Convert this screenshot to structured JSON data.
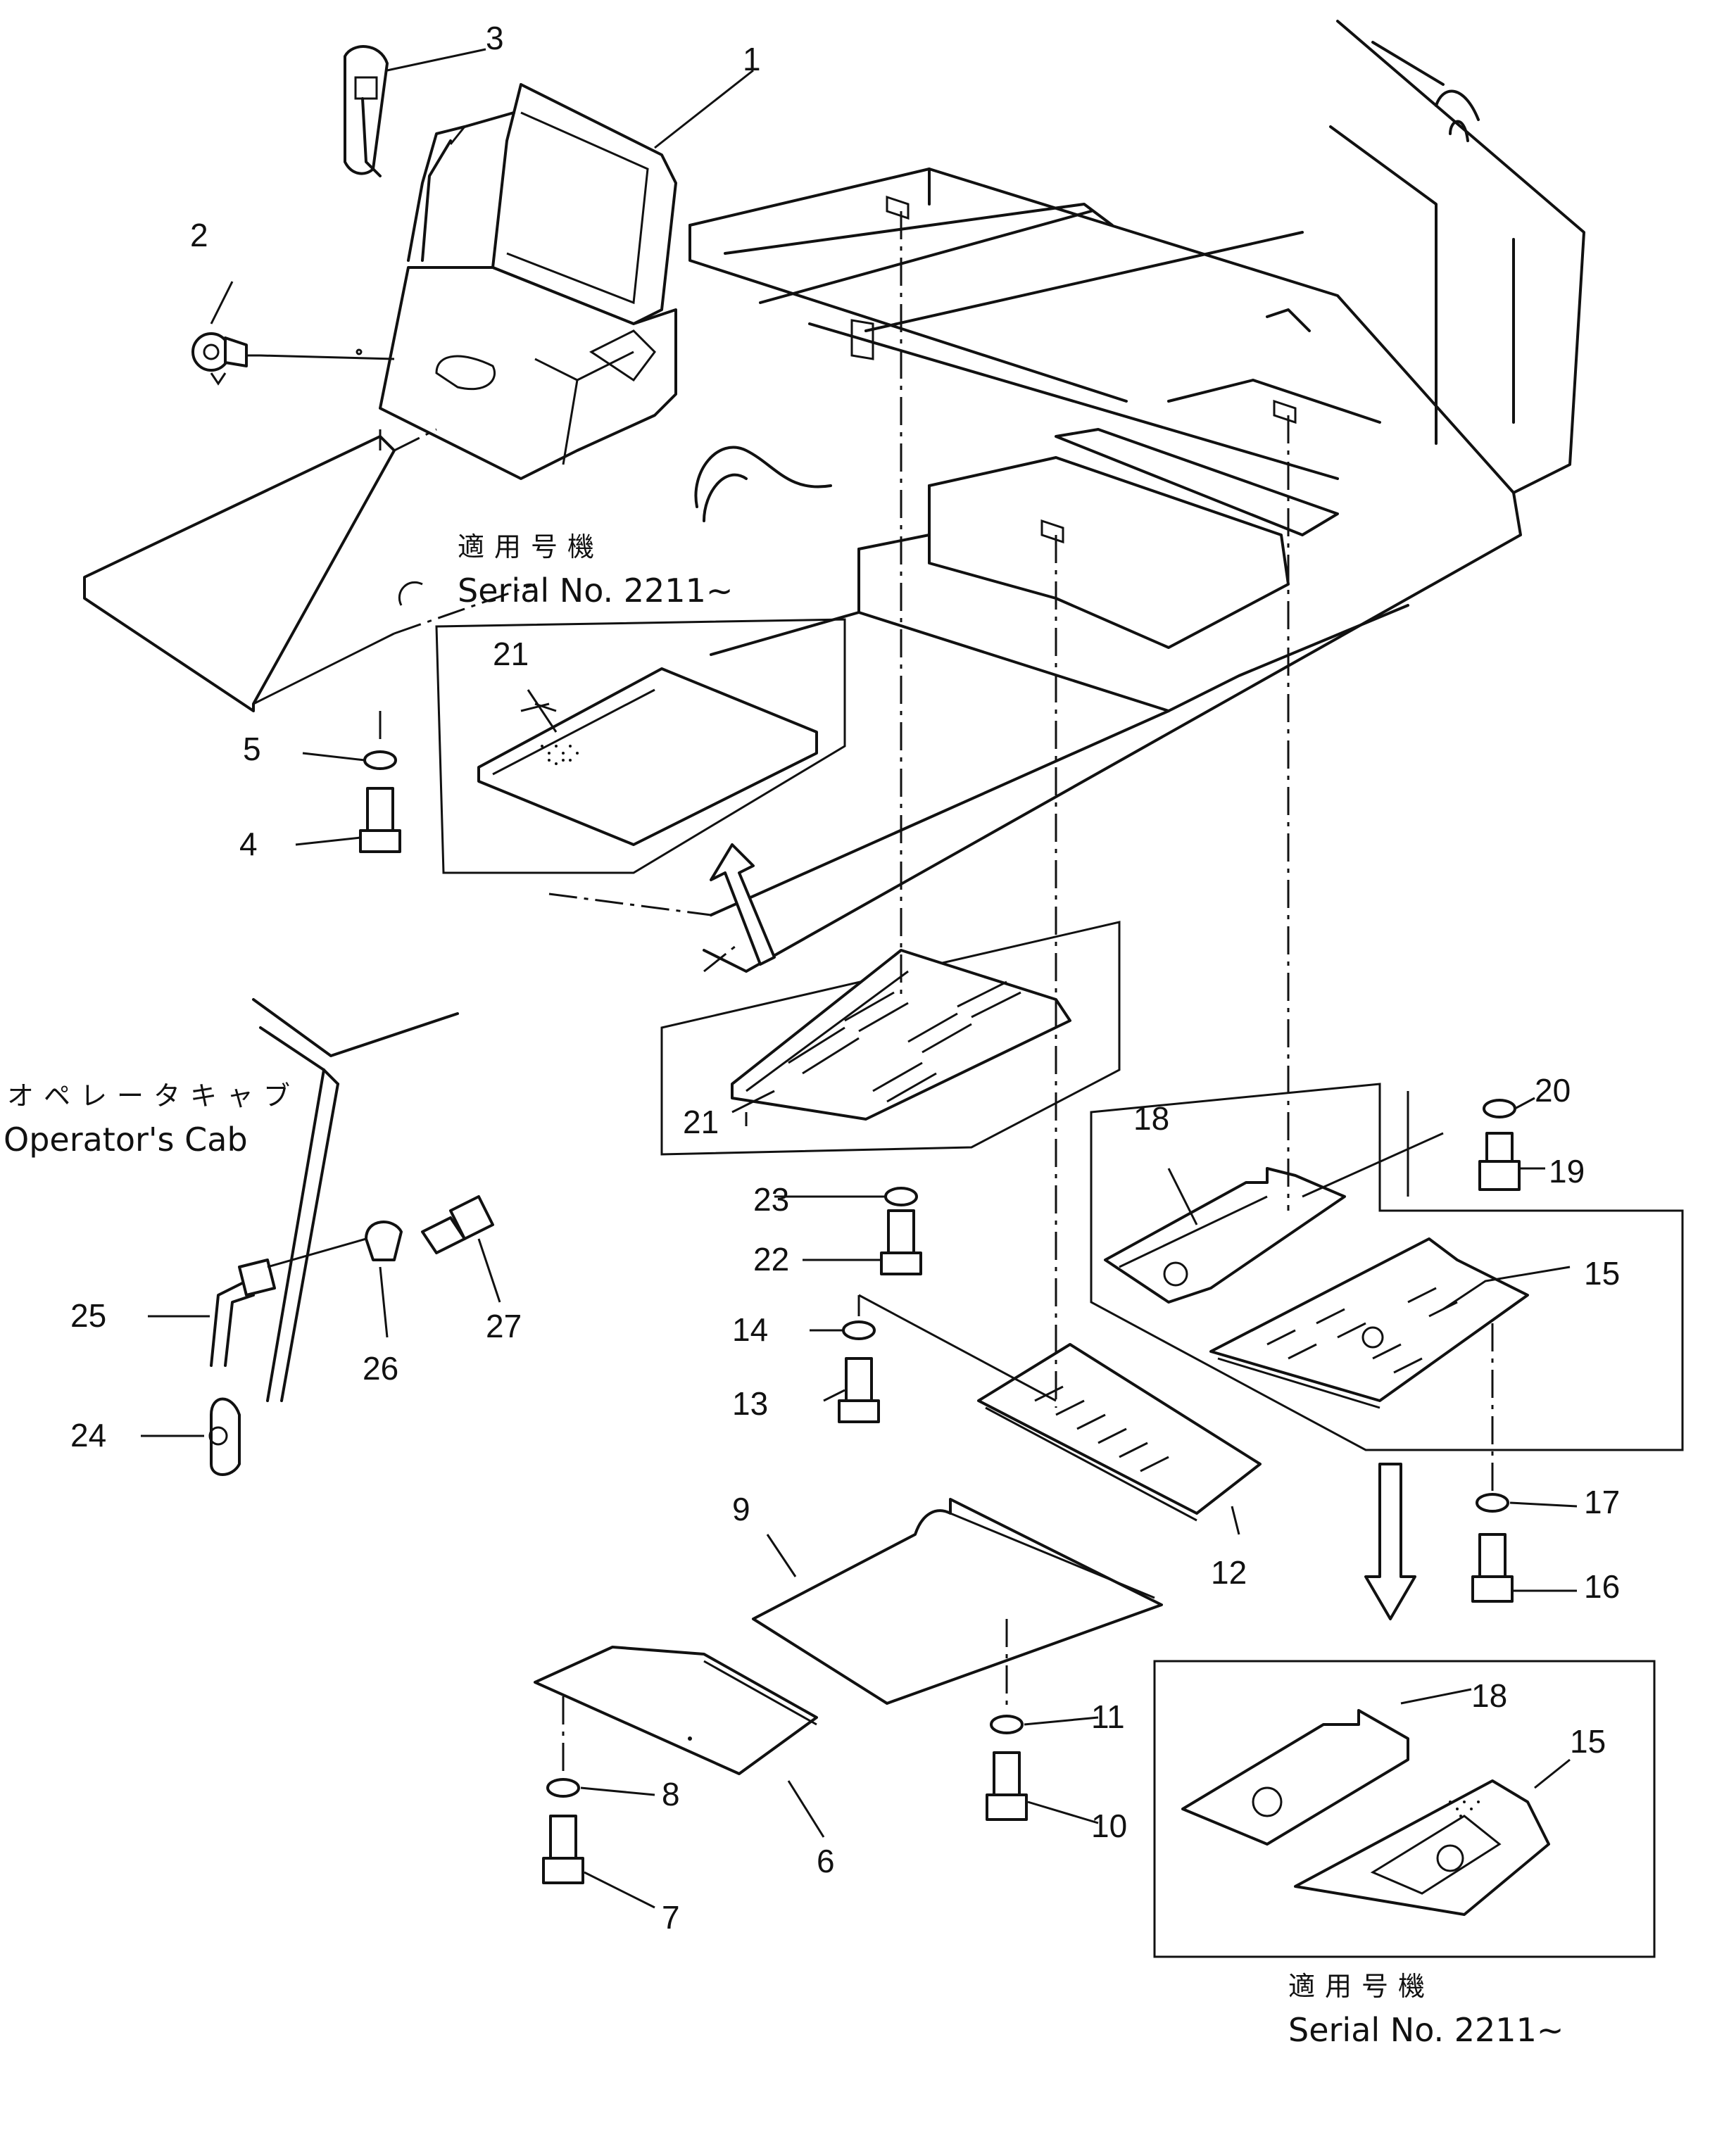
{
  "callouts": {
    "c1": "1",
    "c2": "2",
    "c3": "3",
    "c4": "4",
    "c5": "5",
    "c6": "6",
    "c7": "7",
    "c8": "8",
    "c9": "9",
    "c10": "10",
    "c11": "11",
    "c12": "12",
    "c13": "13",
    "c14": "14",
    "c15a": "15",
    "c15b": "15",
    "c16": "16",
    "c17": "17",
    "c18a": "18",
    "c18b": "18",
    "c19": "19",
    "c20": "20",
    "c21a": "21",
    "c21b": "21",
    "c22": "22",
    "c23": "23",
    "c24": "24",
    "c25": "25",
    "c26": "26",
    "c27": "27"
  },
  "captions": {
    "serial_jp_1": "適用号機",
    "serial_en_1": "Serial No. 2211~",
    "serial_jp_2": "適用号機",
    "serial_en_2": "Serial No. 2211~",
    "cab_jp": "オペレータキャブ",
    "cab_en": "Operator's Cab"
  }
}
